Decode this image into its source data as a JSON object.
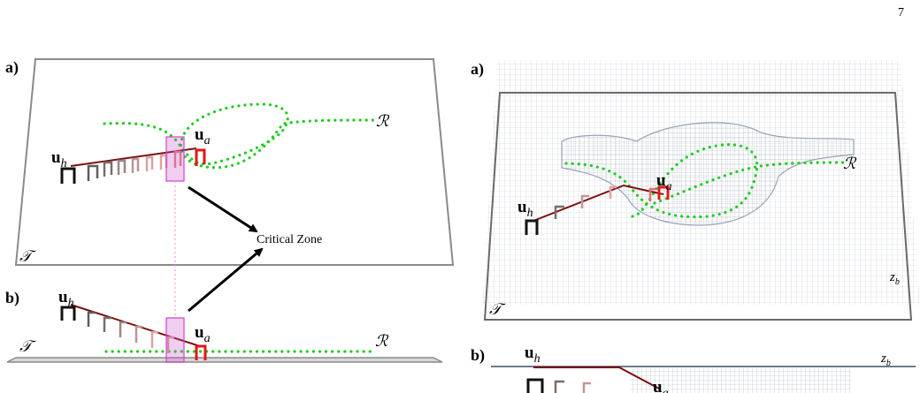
{
  "page_number": "7",
  "left_figure": {
    "panel_a": "a)",
    "panel_b": "b)",
    "annotation": "Critical Zone",
    "trajectory_start": {
      "base": "u",
      "sub": "h"
    },
    "trajectory_end": {
      "base": "u",
      "sub": "a"
    },
    "reference_label": "ℛ",
    "plane_label": "𝒯"
  },
  "right_figure": {
    "panel_a": "a)",
    "panel_b": "b)",
    "trajectory_start": {
      "base": "u",
      "sub": "h"
    },
    "trajectory_end": {
      "base": "u",
      "sub": "a"
    },
    "reference_label": "ℛ",
    "plane_label": "𝒯",
    "surface_label": {
      "base": "z",
      "sub": "b"
    }
  },
  "colors": {
    "plane": "#8a8a8a",
    "reference_path": "#22cc22",
    "trajectory": "#7a1010",
    "highlight": "#cc44cc",
    "mesh": "#9aa4b4"
  }
}
